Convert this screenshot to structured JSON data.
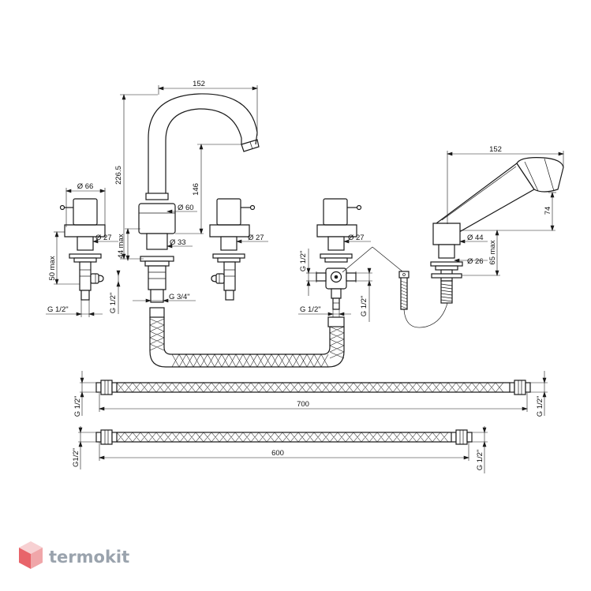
{
  "dimensions": {
    "spout_width": "152",
    "spout_height": "226.5",
    "spout_outlet_height": "146",
    "spout_base_dia": "Ø 60",
    "spout_body_dia": "Ø 33",
    "spout_thread": "G  3/4\"",
    "spout_deck_max": "44 max",
    "left_handle_dia": "Ø 66",
    "left_body_dia": "Ø 27",
    "left_deck_max": "50 max",
    "left_thread_v": "G  1/2\"",
    "left_thread_h": "G  1/2\"",
    "mid_valve_dia": "Ø 27",
    "diverter_dia": "Ø 27",
    "diverter_thread_left_v": "G  1/2\"",
    "diverter_thread_bottom": "G  1/2\"",
    "diverter_thread_right_v": "G  1/2\"",
    "shower_width": "152",
    "shower_height": "74",
    "shower_base_dia": "Ø 44",
    "shower_body_dia": "Ø 26",
    "shower_deck_max": "65 max",
    "hose1_length": "700",
    "hose1_thread_left": "G 1/2\"",
    "hose1_thread_right": "G 1/2\"",
    "hose2_length": "600",
    "hose2_thread_left": "G1/2\"",
    "hose2_thread_right": "G 1/2\""
  },
  "brand": {
    "name": "termokit",
    "cube_colors": [
      "#e8646a",
      "#f0a6a9",
      "#f7d0d2"
    ]
  }
}
